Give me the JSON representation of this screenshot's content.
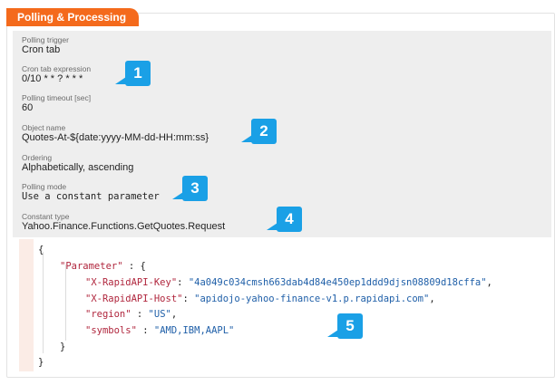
{
  "section": {
    "title": "Polling & Processing"
  },
  "fields": [
    {
      "label": "Polling trigger",
      "value": "Cron tab"
    },
    {
      "label": "Cron tab expression",
      "value": "0/10 * * ? * * *"
    },
    {
      "label": "Polling timeout [sec]",
      "value": "60"
    },
    {
      "label": "Object name",
      "value": "Quotes-At-${date:yyyy-MM-dd-HH:mm:ss}"
    },
    {
      "label": "Ordering",
      "value": "Alphabetically, ascending"
    },
    {
      "label": "Polling mode",
      "value": "Use a constant parameter"
    },
    {
      "label": "Constant type",
      "value": "Yahoo.Finance.Functions.GetQuotes.Request"
    }
  ],
  "code": {
    "open_brace": "{",
    "parameter_key": "\"Parameter\"",
    "colon_open": ": {",
    "entries": [
      {
        "key": "\"X-RapidAPI-Key\"",
        "sep": ": ",
        "value": "\"4a049c034cmsh663dab4d84e450ep1ddd9djsn08809d18cffa\"",
        "trail": ","
      },
      {
        "key": "\"X-RapidAPI-Host\"",
        "sep": ": ",
        "value": "\"apidojo-yahoo-finance-v1.p.rapidapi.com\"",
        "trail": ","
      },
      {
        "key": "\"region\"",
        "sep": " : ",
        "value": "\"US\"",
        "trail": ","
      },
      {
        "key": "\"symbols\"",
        "sep": " : ",
        "value": "\"AMD,IBM,AAPL\"",
        "trail": ""
      }
    ],
    "inner_close": "}",
    "outer_close": "}"
  },
  "badges": [
    "1",
    "2",
    "3",
    "4",
    "5"
  ],
  "colors": {
    "accent": "#f46a1c",
    "badge": "#1aa0e6",
    "json_key": "#b0263d",
    "json_string": "#1f5fa8"
  }
}
